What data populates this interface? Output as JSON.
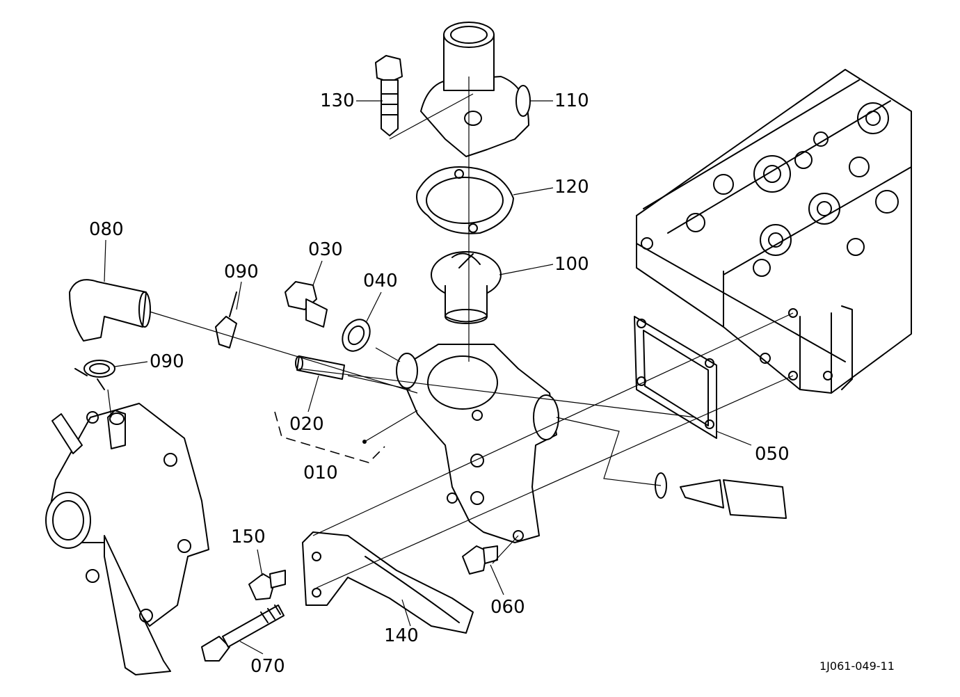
{
  "diagram": {
    "drawing_code": "1J061-049-11",
    "callouts": {
      "p130": "130",
      "p110": "110",
      "p120": "120",
      "p100": "100",
      "p080": "080",
      "p090a": "090",
      "p030": "030",
      "p040": "040",
      "p090b": "090",
      "p020": "020",
      "p010": "010",
      "p050": "050",
      "p150": "150",
      "p060": "060",
      "p140": "140",
      "p070": "070"
    }
  }
}
